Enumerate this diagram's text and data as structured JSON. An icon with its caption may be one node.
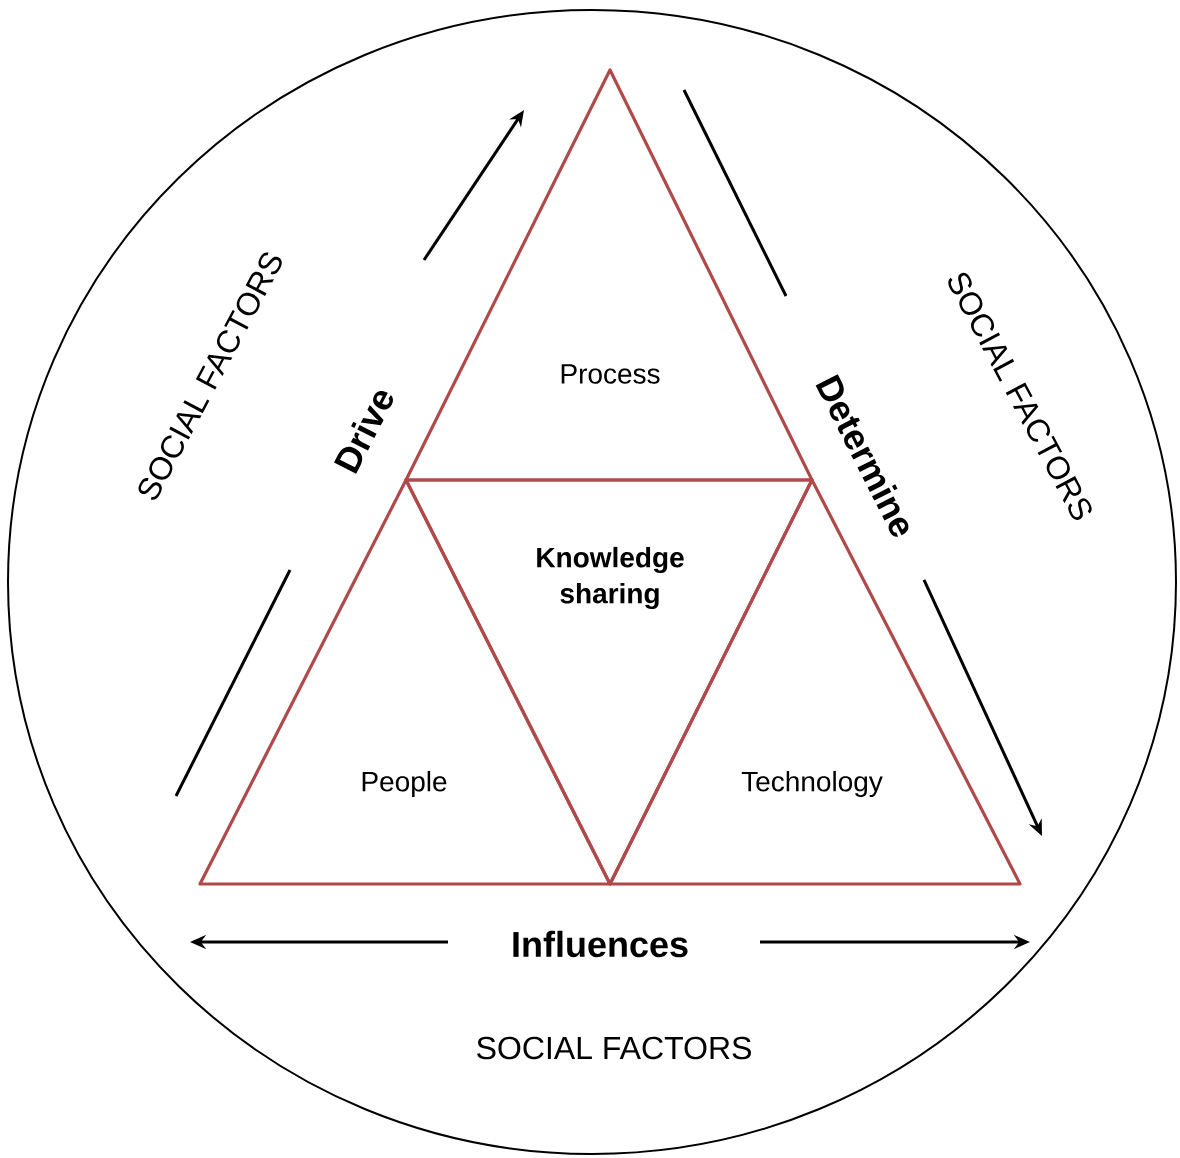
{
  "diagram": {
    "nodes": [
      {
        "text": [
          "SOCIAL FACTORS",
          "SOCIAL FACTORS",
          "SOCIAL FACTORS"
        ]
      },
      {
        "text": [
          "Process"
        ],
        "in": 0
      },
      {
        "text": [
          "Knowledge sharing"
        ],
        "in": 0
      },
      {
        "text": [
          "People"
        ],
        "in": 0
      },
      {
        "text": [
          "Technology"
        ],
        "in": 0
      }
    ],
    "edges": [],
    "labels": [
      "Drive",
      "Determine",
      "Influences"
    ]
  }
}
